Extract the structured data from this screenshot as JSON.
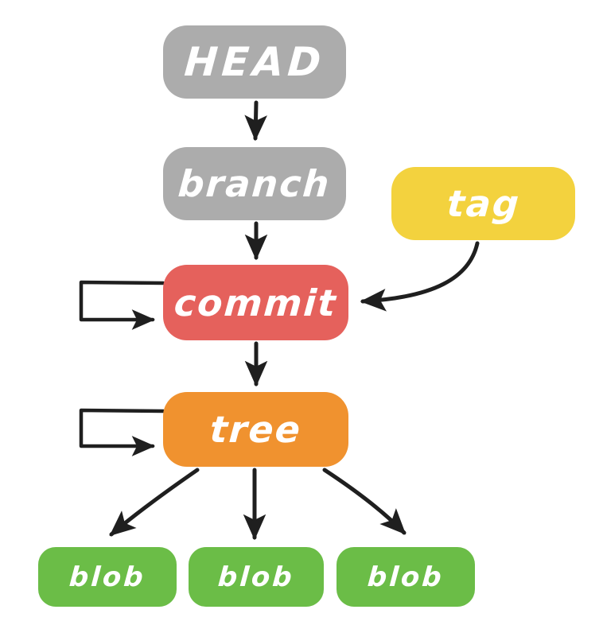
{
  "diagram": {
    "background": "#FFFFFF",
    "arrow_color": "#1F1F1F",
    "text_color": "#FFFFFF",
    "nodes": [
      {
        "id": "head",
        "label": "HEAD",
        "color": "#ACACAC"
      },
      {
        "id": "branch",
        "label": "branch",
        "color": "#ACACAC"
      },
      {
        "id": "tag",
        "label": "tag",
        "color": "#F3D23E"
      },
      {
        "id": "commit",
        "label": "commit",
        "color": "#E5615C"
      },
      {
        "id": "tree",
        "label": "tree",
        "color": "#F0922F"
      },
      {
        "id": "blob-1",
        "label": "blob",
        "color": "#6BBD47"
      },
      {
        "id": "blob-2",
        "label": "blob",
        "color": "#6BBD47"
      },
      {
        "id": "blob-3",
        "label": "blob",
        "color": "#6BBD47"
      }
    ],
    "edges": [
      {
        "from": "head",
        "to": "branch"
      },
      {
        "from": "branch",
        "to": "commit"
      },
      {
        "from": "tag",
        "to": "commit"
      },
      {
        "from": "commit",
        "to": "commit",
        "type": "self-loop"
      },
      {
        "from": "commit",
        "to": "tree"
      },
      {
        "from": "tree",
        "to": "tree",
        "type": "self-loop"
      },
      {
        "from": "tree",
        "to": "blob-1"
      },
      {
        "from": "tree",
        "to": "blob-2"
      },
      {
        "from": "tree",
        "to": "blob-3"
      }
    ]
  }
}
